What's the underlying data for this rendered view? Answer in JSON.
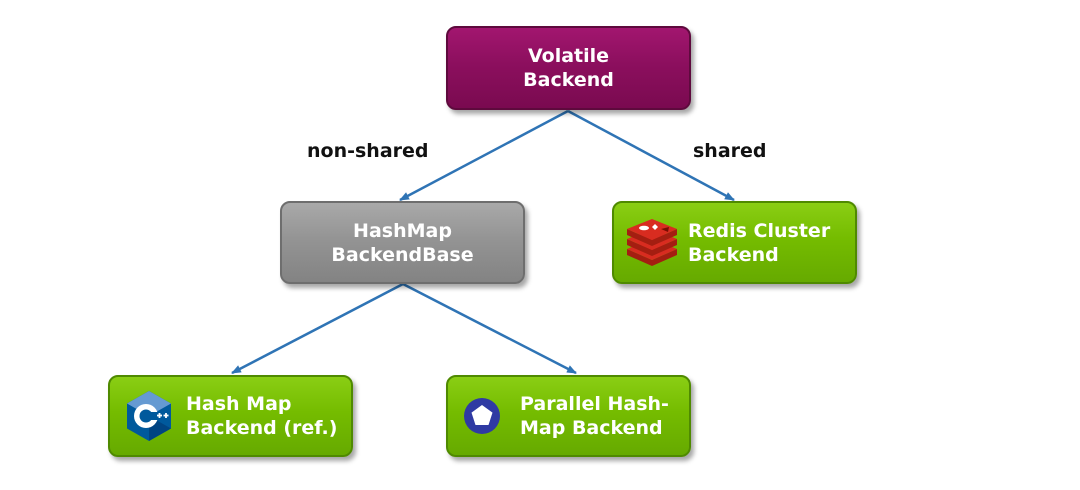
{
  "nodes": {
    "volatile": {
      "line1": "Volatile",
      "line2": "Backend"
    },
    "hashmap_base": {
      "line1": "HashMap",
      "line2": "BackendBase"
    },
    "redis": {
      "line1": "Redis Cluster",
      "line2": "Backend"
    },
    "hash_map": {
      "line1": "Hash Map",
      "line2": "Backend (ref.)"
    },
    "parallel": {
      "line1": "Parallel Hash-",
      "line2": "Map Backend"
    }
  },
  "edges": {
    "non_shared": "non-shared",
    "shared": "shared"
  },
  "icons": {
    "redis": "redis-logo-icon",
    "hash_map": "cpp-logo-icon",
    "parallel": "pentagon-icon"
  },
  "colors": {
    "volatile": "#8c0f5e",
    "base": "#949494",
    "leaf": "#75bc00",
    "connector": "#2f74b5"
  }
}
